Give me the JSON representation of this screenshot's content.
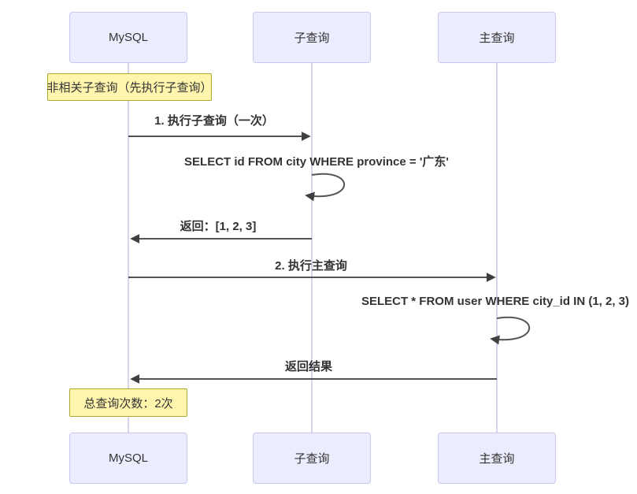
{
  "diagram": {
    "kind": "sequence-diagram",
    "participants": [
      {
        "name": "MySQL"
      },
      {
        "name": "子查询"
      },
      {
        "name": "主查询"
      }
    ],
    "messages": [
      {
        "from": "MySQL",
        "to": "子查询",
        "label": "1. 执行子查询（一次）",
        "style": "solid-arrow"
      },
      {
        "from": "子查询",
        "to": "子查询",
        "label": "SELECT id FROM city WHERE province = '广东'",
        "style": "self-loop"
      },
      {
        "from": "子查询",
        "to": "MySQL",
        "label": "返回：[1, 2, 3]",
        "style": "solid-arrow"
      },
      {
        "from": "MySQL",
        "to": "主查询",
        "label": "2. 执行主查询",
        "style": "solid-arrow"
      },
      {
        "from": "主查询",
        "to": "主查询",
        "label": "SELECT * FROM user WHERE city_id IN (1, 2, 3)",
        "style": "self-loop"
      },
      {
        "from": "主查询",
        "to": "MySQL",
        "label": "返回结果",
        "style": "solid-arrow"
      }
    ],
    "notes": [
      {
        "text": "非相关子查询（先执行子查询）",
        "over": "MySQL"
      },
      {
        "text": "总查询次数：2次",
        "over": "MySQL"
      }
    ],
    "colors": {
      "actor_fill": "#ECECFF",
      "actor_border": "#C9C9EF",
      "lifeline": "#D8D2EA",
      "message_line": "#545454",
      "arrowhead": "#3F3F3F",
      "note_fill": "#FFF5AD",
      "note_border": "#AAAA33",
      "text": "#333333",
      "background": "#FFFFFF"
    }
  }
}
